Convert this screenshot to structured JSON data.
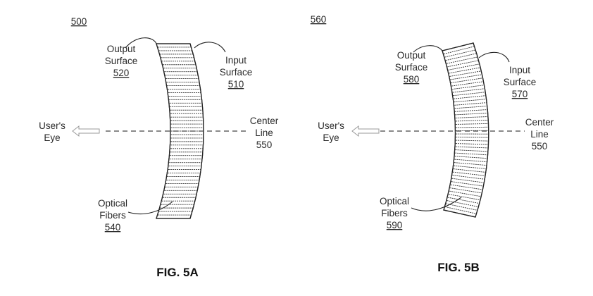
{
  "figure_a": {
    "ref_number": "500",
    "output_surface": {
      "line1": "Output",
      "line2": "Surface",
      "ref": "520"
    },
    "input_surface": {
      "line1": "Input",
      "line2": "Surface",
      "ref": "510"
    },
    "users_eye": {
      "line1": "User's",
      "line2": "Eye"
    },
    "center_line": {
      "line1": "Center",
      "line2": "Line",
      "ref": "550"
    },
    "optical_fibers": {
      "line1": "Optical",
      "line2": "Fibers",
      "ref": "540"
    },
    "caption": "FIG. 5A",
    "fiber_orientation": "parallel"
  },
  "figure_b": {
    "ref_number": "560",
    "output_surface": {
      "line1": "Output",
      "line2": "Surface",
      "ref": "580"
    },
    "input_surface": {
      "line1": "Input",
      "line2": "Surface",
      "ref": "570"
    },
    "users_eye": {
      "line1": "User's",
      "line2": "Eye"
    },
    "center_line": {
      "line1": "Center",
      "line2": "Line",
      "ref": "550"
    },
    "optical_fibers": {
      "line1": "Optical",
      "line2": "Fibers",
      "ref": "590"
    },
    "caption": "FIG. 5B",
    "fiber_orientation": "radial"
  }
}
